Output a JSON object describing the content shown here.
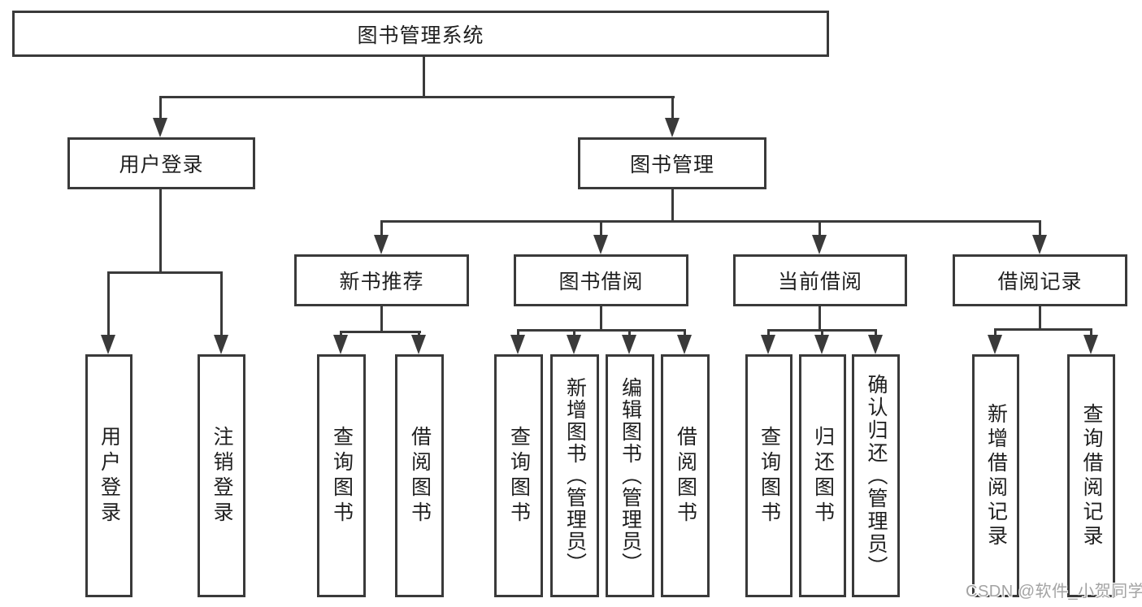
{
  "diagram": {
    "root": {
      "label": "图书管理系统"
    },
    "level2": [
      {
        "label": "用户登录"
      },
      {
        "label": "图书管理"
      }
    ],
    "level3": [
      {
        "label": "新书推荐"
      },
      {
        "label": "图书借阅"
      },
      {
        "label": "当前借阅"
      },
      {
        "label": "借阅记录"
      }
    ],
    "leaves": [
      {
        "label": "用户登录"
      },
      {
        "label": "注销登录"
      },
      {
        "label": "查询图书"
      },
      {
        "label": "借阅图书"
      },
      {
        "label": "查询图书"
      },
      {
        "label": "新增图书（管理员）"
      },
      {
        "label": "编辑图书（管理员）"
      },
      {
        "label": "借阅图书"
      },
      {
        "label": "查询图书"
      },
      {
        "label": "归还图书"
      },
      {
        "label": "确认归还（管理员）"
      },
      {
        "label": "新增借阅记录"
      },
      {
        "label": "查询借阅记录"
      }
    ]
  },
  "watermark": {
    "text": "CSDN @软件_小贺同学"
  },
  "colors": {
    "line": "#3a3a3a",
    "text": "#1f1f1f",
    "background": "#ffffff",
    "watermark": "#a3a3a3"
  }
}
